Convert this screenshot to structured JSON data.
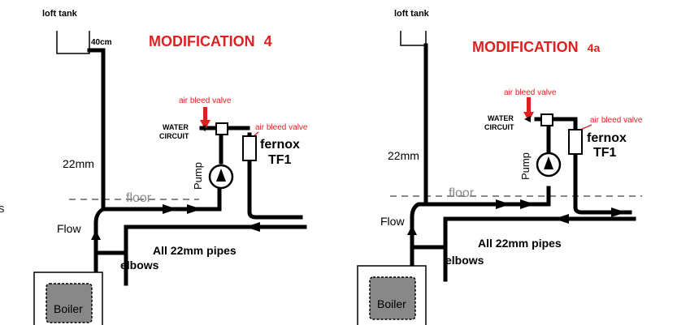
{
  "left_edge_fragment": "s",
  "diagrams": [
    {
      "tank_label": "loft tank",
      "height_label": "40cm",
      "title_text": "MODIFICATION",
      "title_suffix": "4",
      "air_bleed_top": "air bleed valve",
      "air_bleed_side": "air bleed valve",
      "water_circuit": "WATER",
      "water_circuit_2": "CIRCUIT",
      "pump": "Pump",
      "fernox": "fernox",
      "tf1": "TF1",
      "pipe_size": "22mm",
      "floor": "floor",
      "flow": "Flow",
      "pipes_note": "All 22mm pipes",
      "elbows": "elbows",
      "boiler": "Boiler"
    },
    {
      "tank_label": "loft tank",
      "height_label": "",
      "title_text": "MODIFICATION",
      "title_suffix": "4a",
      "air_bleed_top": "air bleed valve",
      "air_bleed_side": "air bleed valve",
      "water_circuit": "WATER",
      "water_circuit_2": "CIRCUIT",
      "pump": "Pump",
      "fernox": "fernox",
      "tf1": "TF1",
      "pipe_size": "22mm",
      "floor": "floor",
      "flow": "Flow",
      "pipes_note": "All 22mm pipes",
      "elbows": "elbows",
      "boiler": "Boiler"
    }
  ],
  "colors": {
    "title": "#e02020",
    "pipe": "#000000",
    "floor_line": "#888888",
    "boiler_fill": "#888888"
  }
}
